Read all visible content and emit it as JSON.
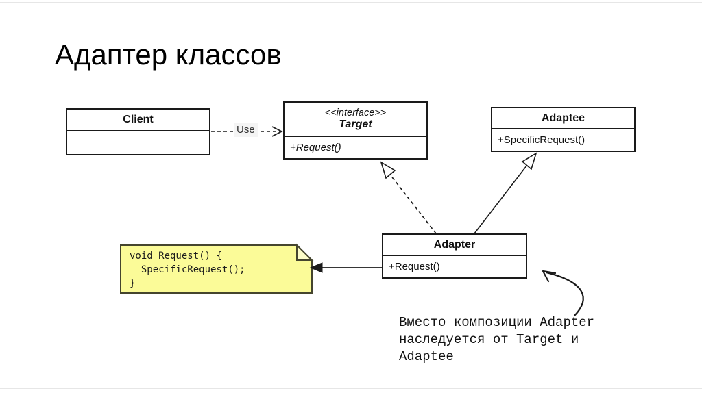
{
  "slide": {
    "title": "Адаптер классов"
  },
  "colors": {
    "box_border": "#1a1a1a",
    "line_color": "#1a1a1a",
    "note_fill": "#fbfb98",
    "note_fold_fill": "#fdfdc9",
    "note_border": "#45452e",
    "use_label_bg": "#f4f4f4"
  },
  "classes": {
    "client": {
      "name": "Client"
    },
    "target": {
      "stereotype": "<<interface>>",
      "name": "Target",
      "member": "+Request()"
    },
    "adaptee": {
      "name": "Adaptee",
      "member": "+SpecificRequest()"
    },
    "adapter": {
      "name": "Adapter",
      "member": "+Request()"
    }
  },
  "relations": {
    "use_label": "Use"
  },
  "note": {
    "line1": "void Request() {",
    "line2": "  SpecificRequest();",
    "line3": "}"
  },
  "annotation": {
    "line1": "Вместо композиции Adapter",
    "line2": "наследуется от Target и",
    "line3": "Adaptee"
  }
}
